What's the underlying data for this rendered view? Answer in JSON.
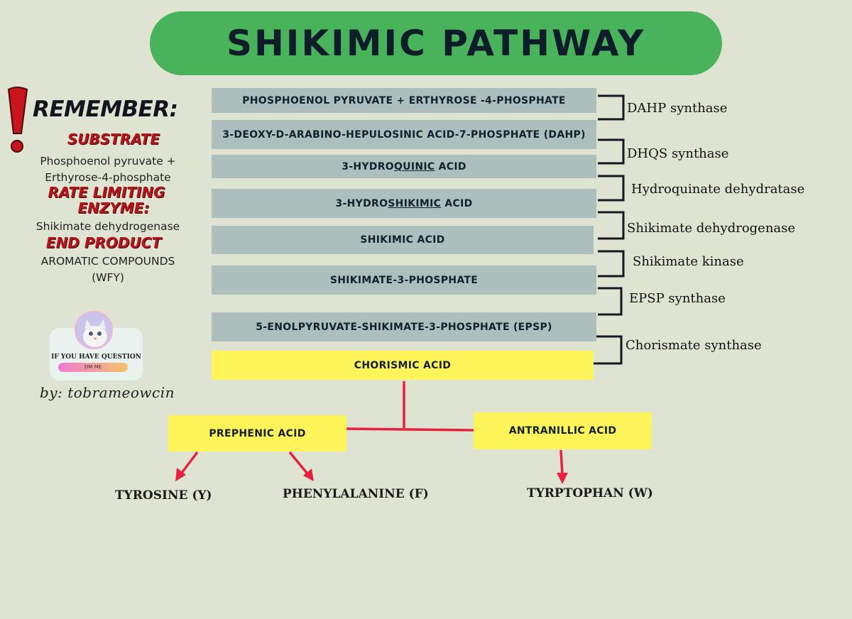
{
  "title": "SHIKIMIC PATHWAY",
  "remember": {
    "heading": "REMEMBER:",
    "substrate_label": "SUBSTRATE",
    "substrate_line1": "Phosphoenol pyruvate +",
    "substrate_line2": "Erthyrose-4-phosphate",
    "rate_label_line1": "RATE LIMITING",
    "rate_label_line2": "ENZYME:",
    "rate_value": "Shikimate dehydrogenase",
    "end_label": "END PRODUCT",
    "end_line1": "AROMATIC COMPOUNDS",
    "end_line2": "(WFY)"
  },
  "badge": {
    "question": "IF YOU HAVE QUESTION",
    "dm": "DM ME",
    "signature": "by: tobrameowcin"
  },
  "steps": [
    {
      "text": "PHOSPHOENOL PYRUVATE + ERTHYROSE -4-PHOSPHATE"
    },
    {
      "text": "3-DEOXY-D-ARABINO-HEPULOSINIC ACID-7-PHOSPHATE (DAHP)"
    },
    {
      "prefix": "3-HYDRO",
      "underlined": "QUINIC",
      "suffix": " ACID"
    },
    {
      "prefix": "3-HYDRO",
      "underlined": "SHIKIMIC",
      "suffix": " ACID"
    },
    {
      "text": "SHIKIMIC ACID"
    },
    {
      "text": "SHIKIMATE-3-PHOSPHATE"
    },
    {
      "text": "5-ENOLPYRUVATE-SHIKIMATE-3-PHOSPHATE (EPSP)"
    },
    {
      "text": "CHORISMIC ACID"
    }
  ],
  "enzymes": [
    "DAHP synthase",
    "DHQS synthase",
    "Hydroquinate dehydratase",
    "Shikimate dehydrogenase",
    "Shikimate kinase",
    "EPSP synthase",
    "Chorismate synthase"
  ],
  "branches": {
    "prephenic": "PREPHENIC ACID",
    "antranillic": "ANTRANILLIC ACID"
  },
  "products": {
    "tyrosine": "TYROSINE (Y)",
    "phenylalanine": "PHENYLALANINE (F)",
    "tryptophan": "TYRPTOPHAN (W)"
  },
  "colors": {
    "background": "#dfe3d1",
    "banner": "#48b35a",
    "step": "#adbfbc",
    "highlight": "#fdf45a",
    "arrow": "#e8213f",
    "accent_red": "#b3161c"
  }
}
